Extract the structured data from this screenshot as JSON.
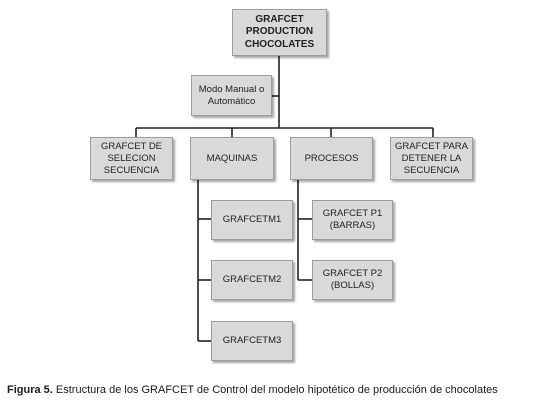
{
  "nodes": {
    "root": "GRAFCET\nPRODUCTION\nCHOCOLATES",
    "modo": "Modo Manual o\nAutomático",
    "seleccion": "GRAFCET DE\nSELECION\nSECUENCIA",
    "maquinas": "MAQUINAS",
    "procesos": "PROCESOS",
    "detener": "GRAFCET PARA\nDETENER LA\nSECUENCIA",
    "m1": "GRAFCETM1",
    "m2": "GRAFCETM2",
    "m3": "GRAFCETM3",
    "p1": "GRAFCET P1\n(BARRAS)",
    "p2": "GRAFCET P2\n(BOLLAS)"
  },
  "caption": {
    "label": "Figura 5.",
    "text": " Estructura de los GRAFCET de Control del modelo hipotético de producción de chocolates"
  }
}
